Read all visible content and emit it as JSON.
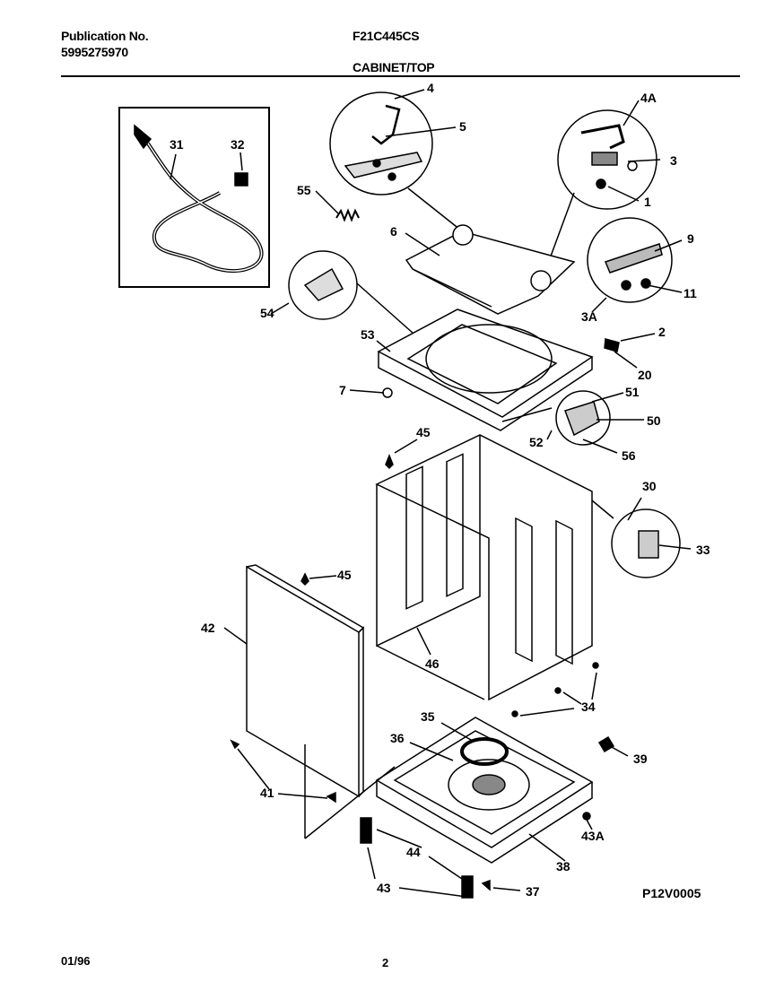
{
  "header": {
    "publication_label": "Publication No.",
    "publication_number": "5995275970",
    "model": "F21C445CS",
    "section_title": "CABINET/TOP"
  },
  "footer": {
    "date": "01/96",
    "page_number": "2",
    "diagram_code": "P12V0005"
  },
  "callouts": {
    "c4": "4",
    "c4A": "4A",
    "c5": "5",
    "c3": "3",
    "c1": "1",
    "c31": "31",
    "c32": "32",
    "c55": "55",
    "c6": "6",
    "c9": "9",
    "c11": "11",
    "c3A": "3A",
    "c54": "54",
    "c53": "53",
    "c2": "2",
    "c20": "20",
    "c7": "7",
    "c51": "51",
    "c50": "50",
    "c52": "52",
    "c56": "56",
    "c45a": "45",
    "c45b": "45",
    "c30": "30",
    "c33": "33",
    "c42": "42",
    "c46": "46",
    "c34": "34",
    "c35": "35",
    "c36": "36",
    "c39": "39",
    "c41": "41",
    "c43A": "43A",
    "c44": "44",
    "c38": "38",
    "c43": "43",
    "c37": "37"
  }
}
